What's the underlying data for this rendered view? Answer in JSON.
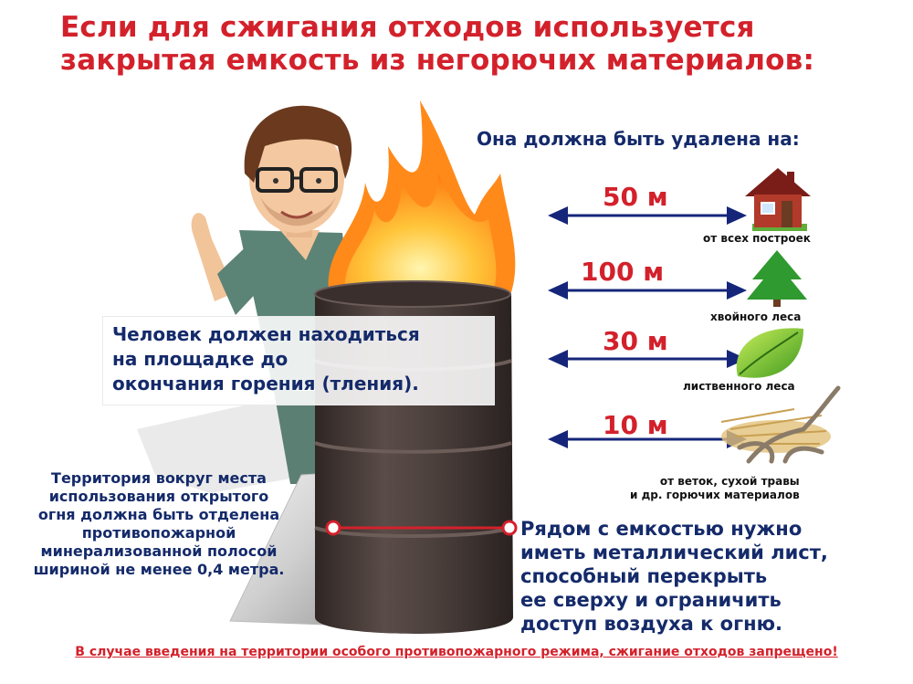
{
  "title": {
    "line1": "Если для сжигания отходов используется",
    "line2": "закрытая емкость из негорючих материалов:"
  },
  "subtitle": "Она должна быть удалена на:",
  "distances": [
    {
      "value": "50 м",
      "label": "от всех построек",
      "icon": "house-icon"
    },
    {
      "value": "100 м",
      "label": "хвойного леса",
      "icon": "fir-tree-icon"
    },
    {
      "value": "30 м",
      "label": "лиственного леса",
      "icon": "leaf-icon"
    },
    {
      "value": "10 м",
      "label": "от веток, сухой травы\nи др. горючих материалов",
      "icon": "dry-branches-icon"
    }
  ],
  "person_note": {
    "line1": "Человек должен находиться",
    "line2": "на площадке до",
    "line3": "окончания горения (тления)."
  },
  "territory_note": {
    "line1": "Территория вокруг места",
    "line2": "использования открытого",
    "line3": "огня должна быть отделена",
    "line4": "противопожарной",
    "line5": "минерализованной полосой",
    "line6": "шириной не менее 0,4 метра."
  },
  "metal_note": {
    "line1": "Рядом с емкостью нужно",
    "line2": "иметь металлический лист,",
    "line3": "способный перекрыть",
    "line4": "ее сверху и ограничить",
    "line5": "доступ воздуха к огню."
  },
  "footer": "В случае введения на территории особого противопожарного режима, сжигание отходов запрещено!",
  "colors": {
    "title_red": "#d3212b",
    "text_navy": "#142a6a",
    "arrow_navy": "#15267a",
    "barrel": "#4a3f3c"
  }
}
